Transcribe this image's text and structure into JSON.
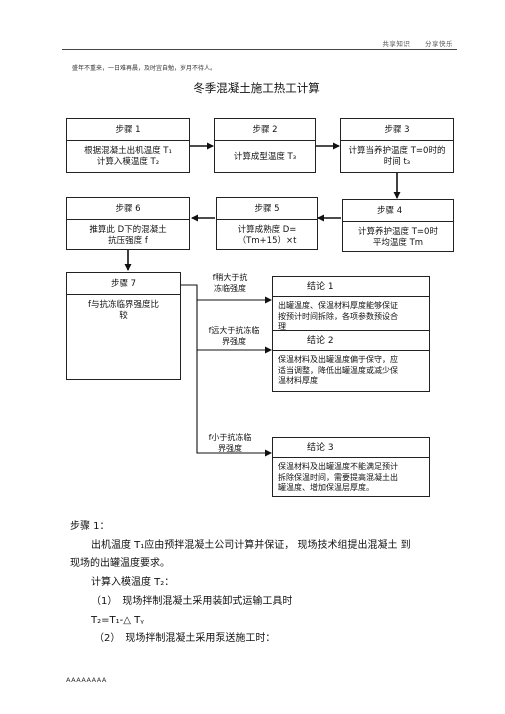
{
  "header": {
    "right_items": [
      "共享知识",
      "分享快乐"
    ],
    "motto": "盛年不重来，一日难再晨，及时宜自勉，岁月不待人。"
  },
  "title": "冬季混凝土施工热工计算",
  "flowchart": {
    "step1": {
      "title": "步骤 1",
      "line1": "根据混凝土出机温度 T₁",
      "line2": "计算入模温度 T₂"
    },
    "step2": {
      "title": "步骤 2",
      "line1": "计算成型温度 T₃"
    },
    "step3": {
      "title": "步骤 3",
      "line1": "计算当养护温度 T=0时的",
      "line2": "时间 t₃"
    },
    "step4": {
      "title": "步骤 4",
      "line1": "计算养护温度 T=0时",
      "line2": "平均温度 Tm"
    },
    "step5": {
      "title": "步骤 5",
      "line1": "计算成熟度 D=",
      "line2": "（Tm+15）×t"
    },
    "step6": {
      "title": "步骤 6",
      "line1": "推算此 D下的混凝土",
      "line2": "抗压强度 f"
    },
    "step7": {
      "title": "步骤 7",
      "line1": "f与抗冻临界强度比",
      "line2": "较"
    },
    "branch1": {
      "line1": "f稍大于抗",
      "line2": "冻临强度"
    },
    "branch2": {
      "line1": "f远大于抗冻临",
      "line2": "界强度"
    },
    "branch3": {
      "line1": "f小于抗冻临",
      "line2": "界强度"
    },
    "conclusion1": {
      "title": "结论 1",
      "line1": "出罐温度、保温材料厚度能够保证",
      "line2": "按预计时间拆除，各项参数预设合",
      "line3": "理"
    },
    "conclusion2": {
      "title": "结论 2",
      "line1": "保温材料及出罐温度偏于保守，应",
      "line2": "适当调整，降低出罐温度或减少保",
      "line3": "温材料厚度"
    },
    "conclusion3": {
      "title": "结论 3",
      "line1": "保温材料及出罐温度不能满足预计",
      "line2": "拆除保温时间，需要提高混凝土出",
      "line3": "罐温度、增加保温层厚度。"
    }
  },
  "body": {
    "step_heading": "步骤 1：",
    "para_line1": "出机温度 T₁应由预拌混凝土公司计算并保证， 现场技术组提出混凝土 到",
    "para_line2": "现场的出罐温度要求。",
    "calc_heading": "计算入模温度 T₂：",
    "item1": "（1）　现场拌制混凝土采用装卸式运输工具时",
    "formula1": "T₂=T₁-△ Tᵧ",
    "item2": "（2）　现场拌制混凝土采用泵送施工时："
  },
  "footer": {
    "text": "AAAAAAAA"
  }
}
